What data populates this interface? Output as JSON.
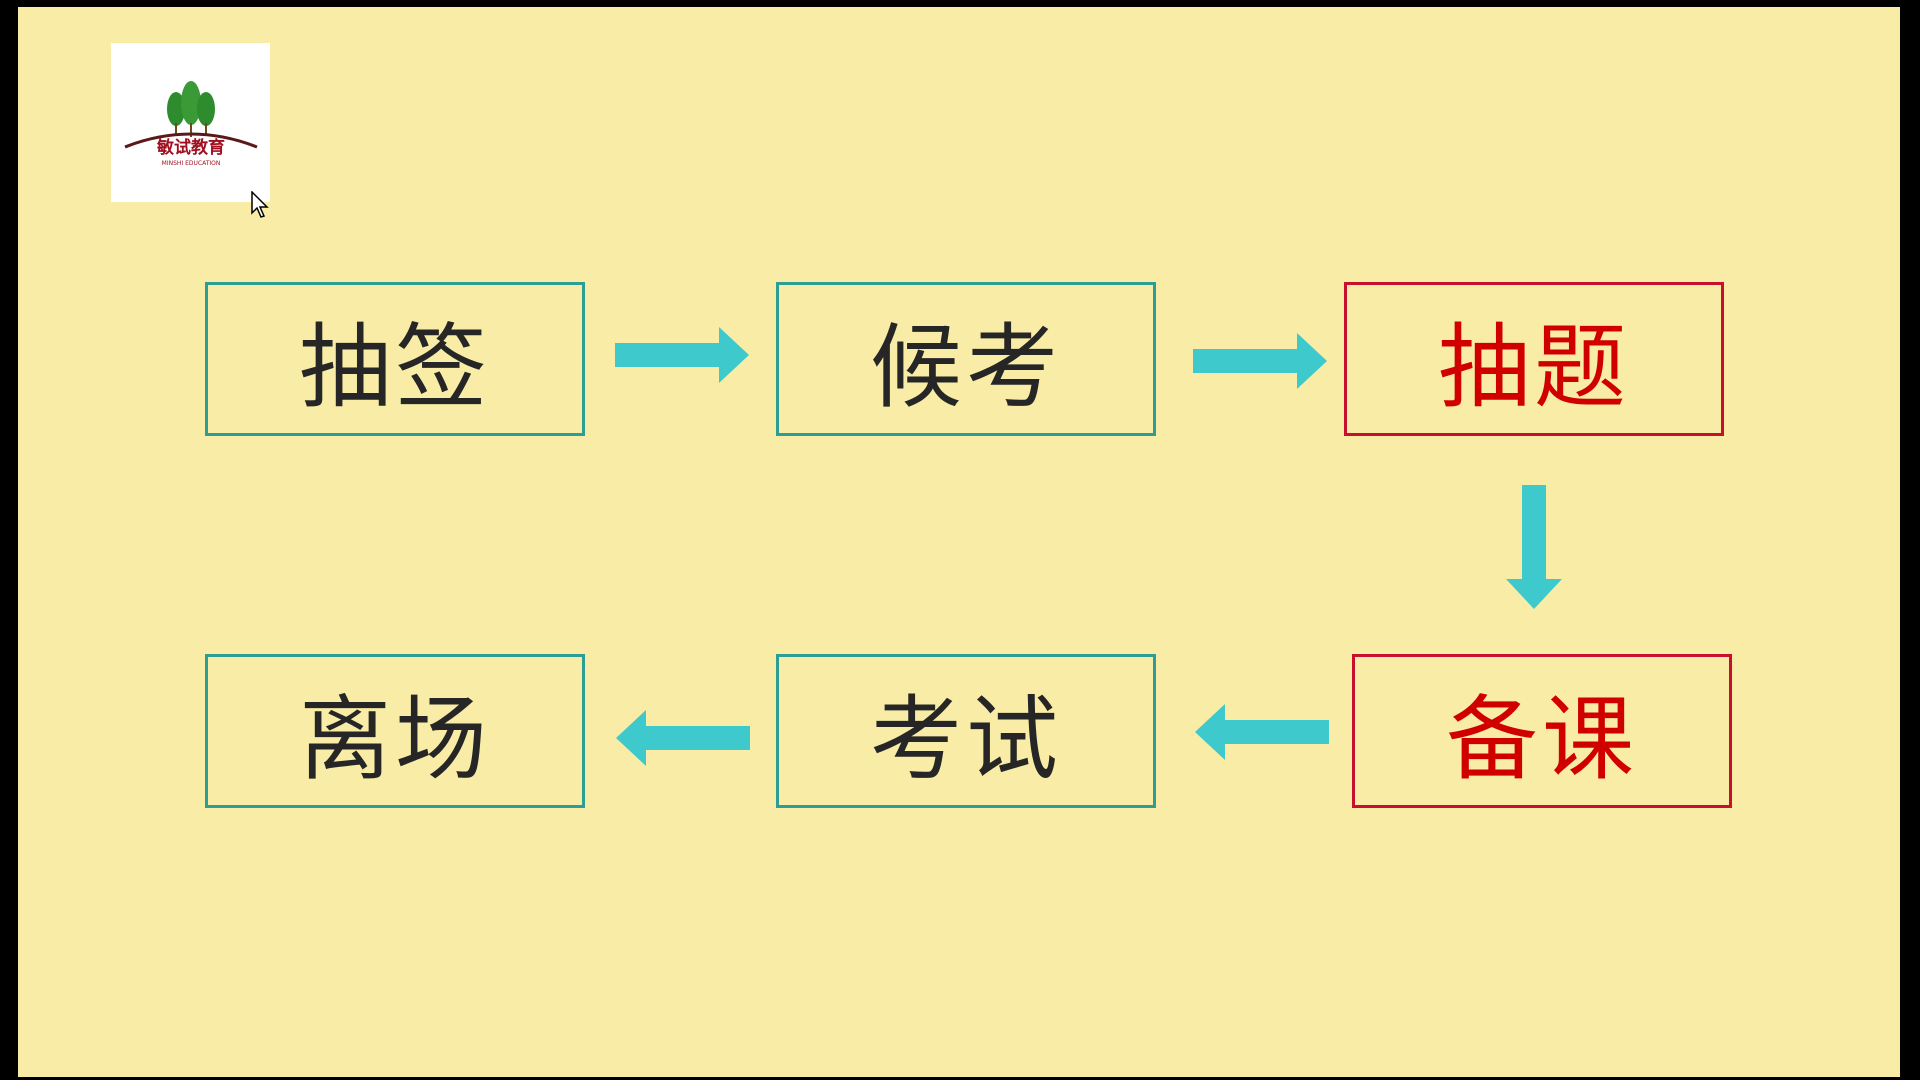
{
  "logo": {
    "name_cn": "敏试教育",
    "name_en": "MINSHI EDUCATION",
    "icon": "three-trees-logo-icon"
  },
  "flow": {
    "steps": [
      {
        "label": "抽签",
        "highlight": false
      },
      {
        "label": "候考",
        "highlight": false
      },
      {
        "label": "抽题",
        "highlight": true
      },
      {
        "label": "备课",
        "highlight": true
      },
      {
        "label": "考试",
        "highlight": false
      },
      {
        "label": "离场",
        "highlight": false
      }
    ]
  },
  "colors": {
    "slide_background": "#f8eca6",
    "box_border": "#2d9e94",
    "highlight_border": "#c8102e",
    "highlight_text": "#d10000",
    "arrow": "#3ec9cc",
    "text": "#262626"
  }
}
